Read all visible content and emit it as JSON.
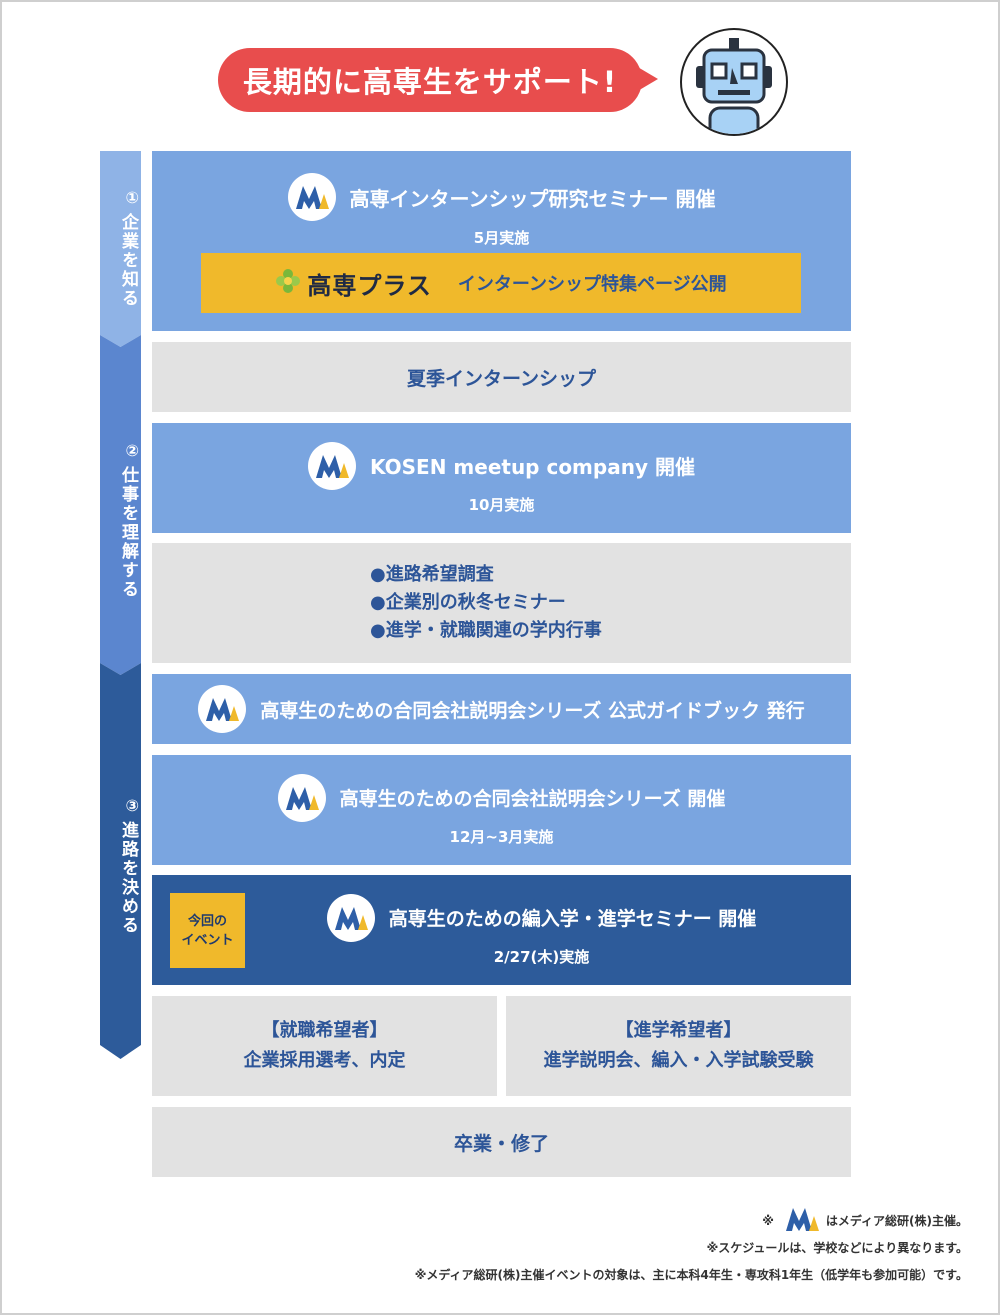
{
  "header": {
    "bubble_text": "長期的に高専生をサポート!"
  },
  "stages": [
    {
      "num": "①",
      "label": "企業を知る",
      "color": "#8fb3e6"
    },
    {
      "num": "②",
      "label": "仕事を理解する",
      "color": "#5b86cf"
    },
    {
      "num": "③",
      "label": "進路を決める",
      "color": "#2d5b9a"
    }
  ],
  "boxes": {
    "internship_seminar": {
      "title": "高専インターンシップ研究セミナー 開催",
      "sub": "5月実施"
    },
    "kosen_plus": {
      "brand": "高専プラス",
      "desc": "インターンシップ特集ページ公開"
    },
    "summer": {
      "text": "夏季インターンシップ"
    },
    "meetup": {
      "title": "KOSEN meetup company 開催",
      "sub": "10月実施"
    },
    "list": {
      "items": [
        "●進路希望調査",
        "●企業別の秋冬セミナー",
        "●進学・就職関連の学内行事"
      ]
    },
    "guidebook": {
      "title": "高専生のための合同会社説明会シリーズ 公式ガイドブック 発行"
    },
    "joint_fair": {
      "title": "高専生のための合同会社説明会シリーズ 開催",
      "sub": "12月~3月実施"
    },
    "transfer_seminar": {
      "title": "高専生のための編入学・進学セミナー 開催",
      "sub": "2/27(木)実施"
    },
    "badge": {
      "line1": "今回の",
      "line2": "イベント"
    },
    "job": {
      "head": "【就職希望者】",
      "body": "企業採用選考、内定"
    },
    "further": {
      "head": "【進学希望者】",
      "body": "進学説明会、編入・入学試験受験"
    },
    "graduation": {
      "text": "卒業・修了"
    }
  },
  "notes": {
    "note1_prefix": "※",
    "note1_suffix": "はメディア総研(株)主催。",
    "note2": "※スケジュールは、学校などにより異なります。",
    "note3": "※メディア総研(株)主催イベントの対象は、主に本科4年生・専攻科1年生（低学年も参加可能）です。"
  },
  "colors": {
    "accent_red": "#e84d4d",
    "box_blue": "#7aa5e0",
    "box_navy": "#2d5b9a",
    "box_gray": "#e2e2e2",
    "yellow": "#f0b92b",
    "text_blue": "#2d5598"
  },
  "icons": [
    "media-souken-logo-icon",
    "robot-icon",
    "kosen-plus-leaf-icon"
  ]
}
